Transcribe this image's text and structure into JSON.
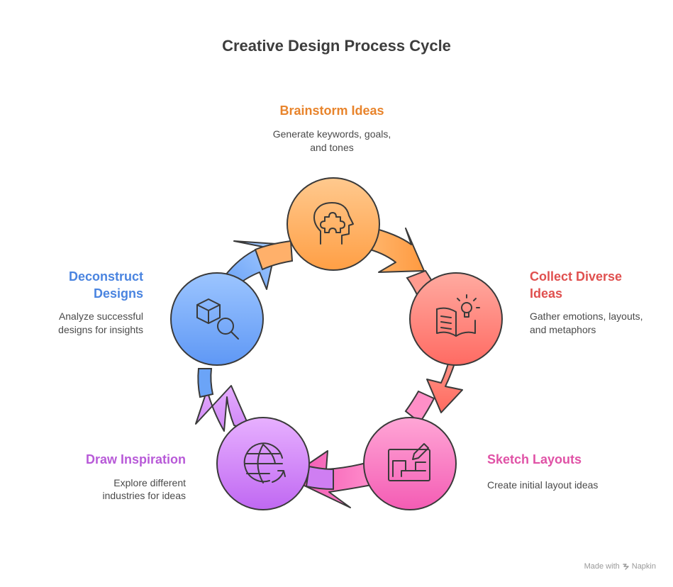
{
  "title": "Creative Design Process Cycle",
  "steps": [
    {
      "title": "Brainstorm Ideas",
      "desc_line1": "Generate keywords, goals,",
      "desc_line2": "and tones",
      "color": "#e8842c",
      "icon": "brain-puzzle-icon"
    },
    {
      "title": "Collect Diverse",
      "title_line2": "Ideas",
      "desc_line1": "Gather emotions, layouts,",
      "desc_line2": "and metaphors",
      "color": "#e0504f",
      "icon": "book-lightbulb-icon"
    },
    {
      "title": "Sketch Layouts",
      "desc_line1": "Create initial layout ideas",
      "color": "#e052a6",
      "icon": "sketch-board-pencil-icon"
    },
    {
      "title": "Draw Inspiration",
      "desc_line1": "Explore different",
      "desc_line2": "industries for ideas",
      "color": "#b85ad8",
      "icon": "globe-arrow-icon"
    },
    {
      "title": "Deconstruct",
      "title_line2": "Designs",
      "desc_line1": "Analyze successful",
      "desc_line2": "designs for insights",
      "color": "#4a84e0",
      "icon": "cube-magnifier-icon"
    }
  ],
  "watermark": {
    "prefix": "Made with",
    "brand": "Napkin"
  }
}
